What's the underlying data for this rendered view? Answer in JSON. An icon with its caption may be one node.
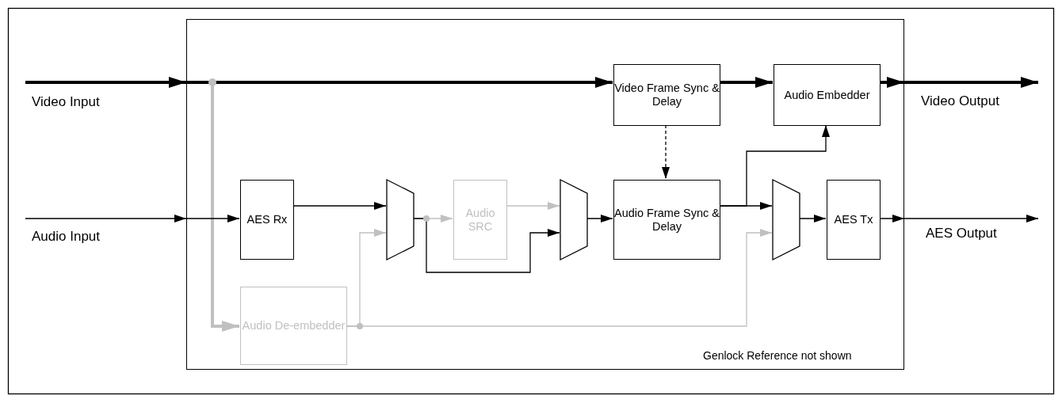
{
  "diagram": {
    "nodes": [
      {
        "text": [],
        "shape": "box"
      },
      {
        "text": [
          "Video Frame Sync & Delay"
        ],
        "in": 0
      },
      {
        "text": [
          "Audio Embedder"
        ],
        "in": 0
      },
      {
        "text": [
          "AES Rx"
        ],
        "in": 0
      },
      {
        "text": [],
        "shape": "trapezoid",
        "in": 0
      },
      {
        "text": [
          "Audio SRC"
        ],
        "in": 0
      },
      {
        "text": [],
        "shape": "trapezoid",
        "in": 0
      },
      {
        "text": [
          "Audio Frame Sync & Delay"
        ],
        "in": 0
      },
      {
        "text": [],
        "shape": "trapezoid",
        "in": 0
      },
      {
        "text": [
          "AES Tx"
        ],
        "in": 0
      },
      {
        "text": [
          "Audio De-embedder"
        ],
        "in": 0
      }
    ],
    "edges": [
      {
        "from": null,
        "to": 1,
        "arrow": "to",
        "style": "thick"
      },
      {
        "from": null,
        "to": 10,
        "arrow": "to",
        "style": "thick",
        "color": "#c0c0c0"
      },
      {
        "from": 1,
        "to": 2,
        "arrow": "to",
        "style": "thick"
      },
      {
        "from": 2,
        "to": null,
        "arrow": "to",
        "style": "thick"
      },
      {
        "from": 1,
        "to": 7,
        "arrow": "to",
        "style": "dashed"
      },
      {
        "from": null,
        "to": 3,
        "arrow": "to"
      },
      {
        "from": 3,
        "to": 4,
        "arrow": "to"
      },
      {
        "from": 10,
        "to": 4,
        "arrow": "to",
        "color": "#c0c0c0"
      },
      {
        "from": 4,
        "to": 5,
        "arrow": "to",
        "color": "#c0c0c0"
      },
      {
        "from": 4,
        "to": 6,
        "arrow": "to"
      },
      {
        "from": 5,
        "to": 6,
        "arrow": "to",
        "color": "#c0c0c0"
      },
      {
        "from": 6,
        "to": 7,
        "arrow": "to"
      },
      {
        "from": 7,
        "to": 8,
        "arrow": "to"
      },
      {
        "from": 7,
        "to": 2,
        "arrow": "to"
      },
      {
        "from": 10,
        "to": 8,
        "arrow": "to",
        "color": "#c0c0c0"
      },
      {
        "from": 8,
        "to": 9,
        "arrow": "to"
      },
      {
        "from": 9,
        "to": null,
        "arrow": "to"
      }
    ],
    "labels": [
      "Video Input",
      "Video Output",
      "Audio Input",
      "AES Output",
      "Genlock Reference not shown"
    ]
  }
}
